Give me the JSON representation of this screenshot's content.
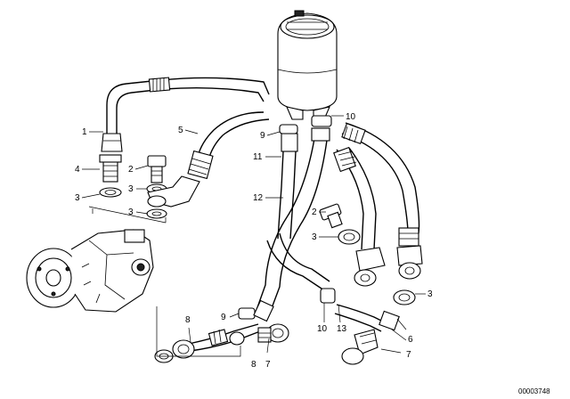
{
  "callouts": [
    {
      "id": "c1a",
      "text": "1"
    },
    {
      "id": "c4",
      "text": "4"
    },
    {
      "id": "c3a",
      "text": "3"
    },
    {
      "id": "c3b",
      "text": "3"
    },
    {
      "id": "c2a",
      "text": "2"
    },
    {
      "id": "c3c",
      "text": "3"
    },
    {
      "id": "c5",
      "text": "5"
    },
    {
      "id": "c9a",
      "text": "9"
    },
    {
      "id": "c10a",
      "text": "10"
    },
    {
      "id": "c11",
      "text": "11"
    },
    {
      "id": "c12",
      "text": "12"
    },
    {
      "id": "c2b",
      "text": "2"
    },
    {
      "id": "c3d",
      "text": "3"
    },
    {
      "id": "c3e",
      "text": "3"
    },
    {
      "id": "c8a",
      "text": "8"
    },
    {
      "id": "c9b",
      "text": "9"
    },
    {
      "id": "c10b",
      "text": "10"
    },
    {
      "id": "c13",
      "text": "13"
    },
    {
      "id": "c6a",
      "text": "6"
    },
    {
      "id": "c8b",
      "text": "8"
    },
    {
      "id": "c7a",
      "text": "7"
    },
    {
      "id": "c7b",
      "text": "7"
    }
  ],
  "drawing_code": "00003748"
}
